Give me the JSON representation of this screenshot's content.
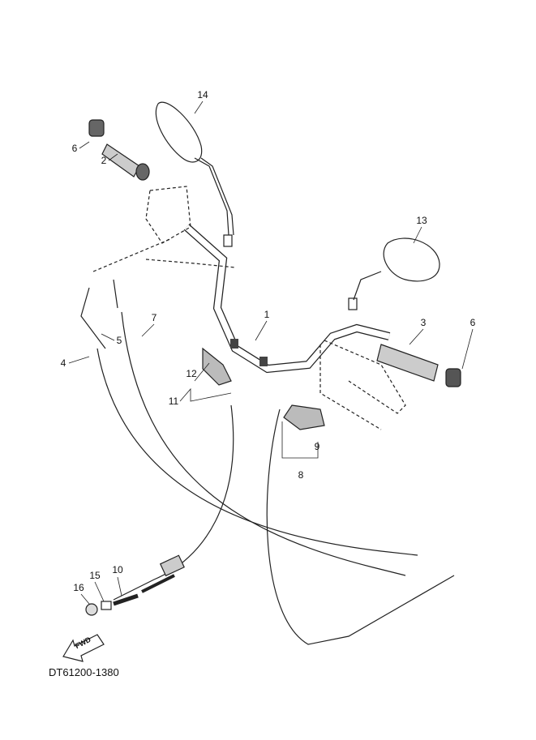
{
  "diagram": {
    "code": "DT61200-1380",
    "fwd_label": "FWD",
    "callouts": [
      "14",
      "6",
      "2",
      "13",
      "1",
      "3",
      "6",
      "7",
      "5",
      "4",
      "12",
      "11",
      "9",
      "8",
      "10",
      "15",
      "16"
    ]
  }
}
